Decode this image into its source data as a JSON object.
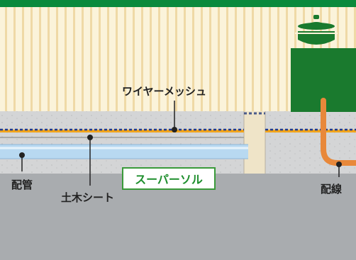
{
  "labels": {
    "wire_mesh": "ワイヤーメッシュ",
    "piping": "配管",
    "civil_sheet": "土木シート",
    "product": "スーパーソル",
    "wiring": "配線"
  },
  "colors": {
    "top_band": "#0a8a3c",
    "siding_base": "#fbf3da",
    "siding_stripe": "#efd9a6",
    "concrete_slab": "#d4d5d6",
    "ground": "#a9acaf",
    "mesh_blue": "#1f3a8f",
    "mesh_orange": "#f2a51c",
    "pipe_blue": "#b8d9f1",
    "wire_orange": "#e8883a",
    "unit_green": "#1a7a2e",
    "post_beige": "#efe4c8",
    "badge_green": "#1f8f2e"
  },
  "icons": [
    "pot-icon"
  ]
}
